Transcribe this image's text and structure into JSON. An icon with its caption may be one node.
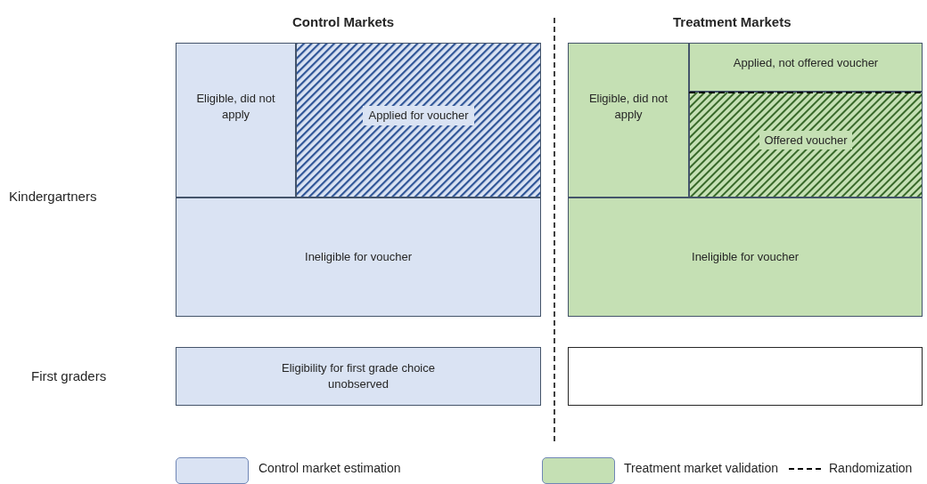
{
  "diagram": {
    "nodes": [
      {
        "text": [
          "Eligible, did not apply"
        ]
      },
      {
        "text": [
          "Applied for voucher"
        ]
      },
      {
        "text": [
          "Ineligible for voucher"
        ]
      },
      {
        "text": [
          "Eligible, did not apply"
        ]
      },
      {
        "text": [
          "Applied, not offered voucher"
        ]
      },
      {
        "text": [
          "Offered voucher"
        ]
      },
      {
        "text": [
          "Ineligible for voucher"
        ]
      },
      {
        "text": [
          "Eligibility for first grade choice unobserved"
        ]
      },
      {
        "text": [],
        "shape": "box"
      }
    ],
    "edges": [],
    "labels": [
      "Control Markets",
      "Treatment Markets",
      "Kindergartners",
      "First graders"
    ],
    "legend": [
      {
        "text": "Control market estimation",
        "color": "#dae3f3"
      },
      {
        "text": "Treatment market validation",
        "color": "#c5e0b4"
      },
      {
        "text": "Randomization"
      }
    ]
  }
}
